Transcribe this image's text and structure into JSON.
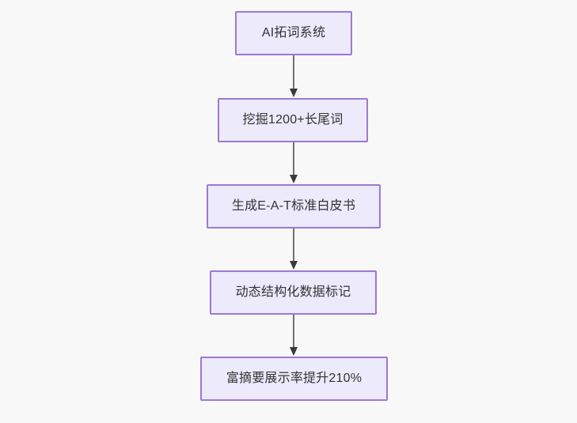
{
  "diagram": {
    "type": "flowchart",
    "orientation": "top-to-bottom",
    "background_color": "#f8f8f8",
    "node_fill_color": "#eceafb",
    "node_border_color": "#9d79d4",
    "node_text_color": "#333333",
    "connector_color": "#707070",
    "arrowhead_color": "#3a3a3a",
    "nodes": [
      {
        "id": "n1",
        "label": "AI拓词系统"
      },
      {
        "id": "n2",
        "label": "挖掘1200+长尾词"
      },
      {
        "id": "n3",
        "label": "生成E-A-T标准白皮书"
      },
      {
        "id": "n4",
        "label": "动态结构化数据标记"
      },
      {
        "id": "n5",
        "label": "富摘要展示率提升210%"
      }
    ],
    "edges": [
      {
        "from": "n1",
        "to": "n2",
        "label": ""
      },
      {
        "from": "n2",
        "to": "n3",
        "label": ""
      },
      {
        "from": "n3",
        "to": "n4",
        "label": ""
      },
      {
        "from": "n4",
        "to": "n5",
        "label": ""
      }
    ]
  }
}
